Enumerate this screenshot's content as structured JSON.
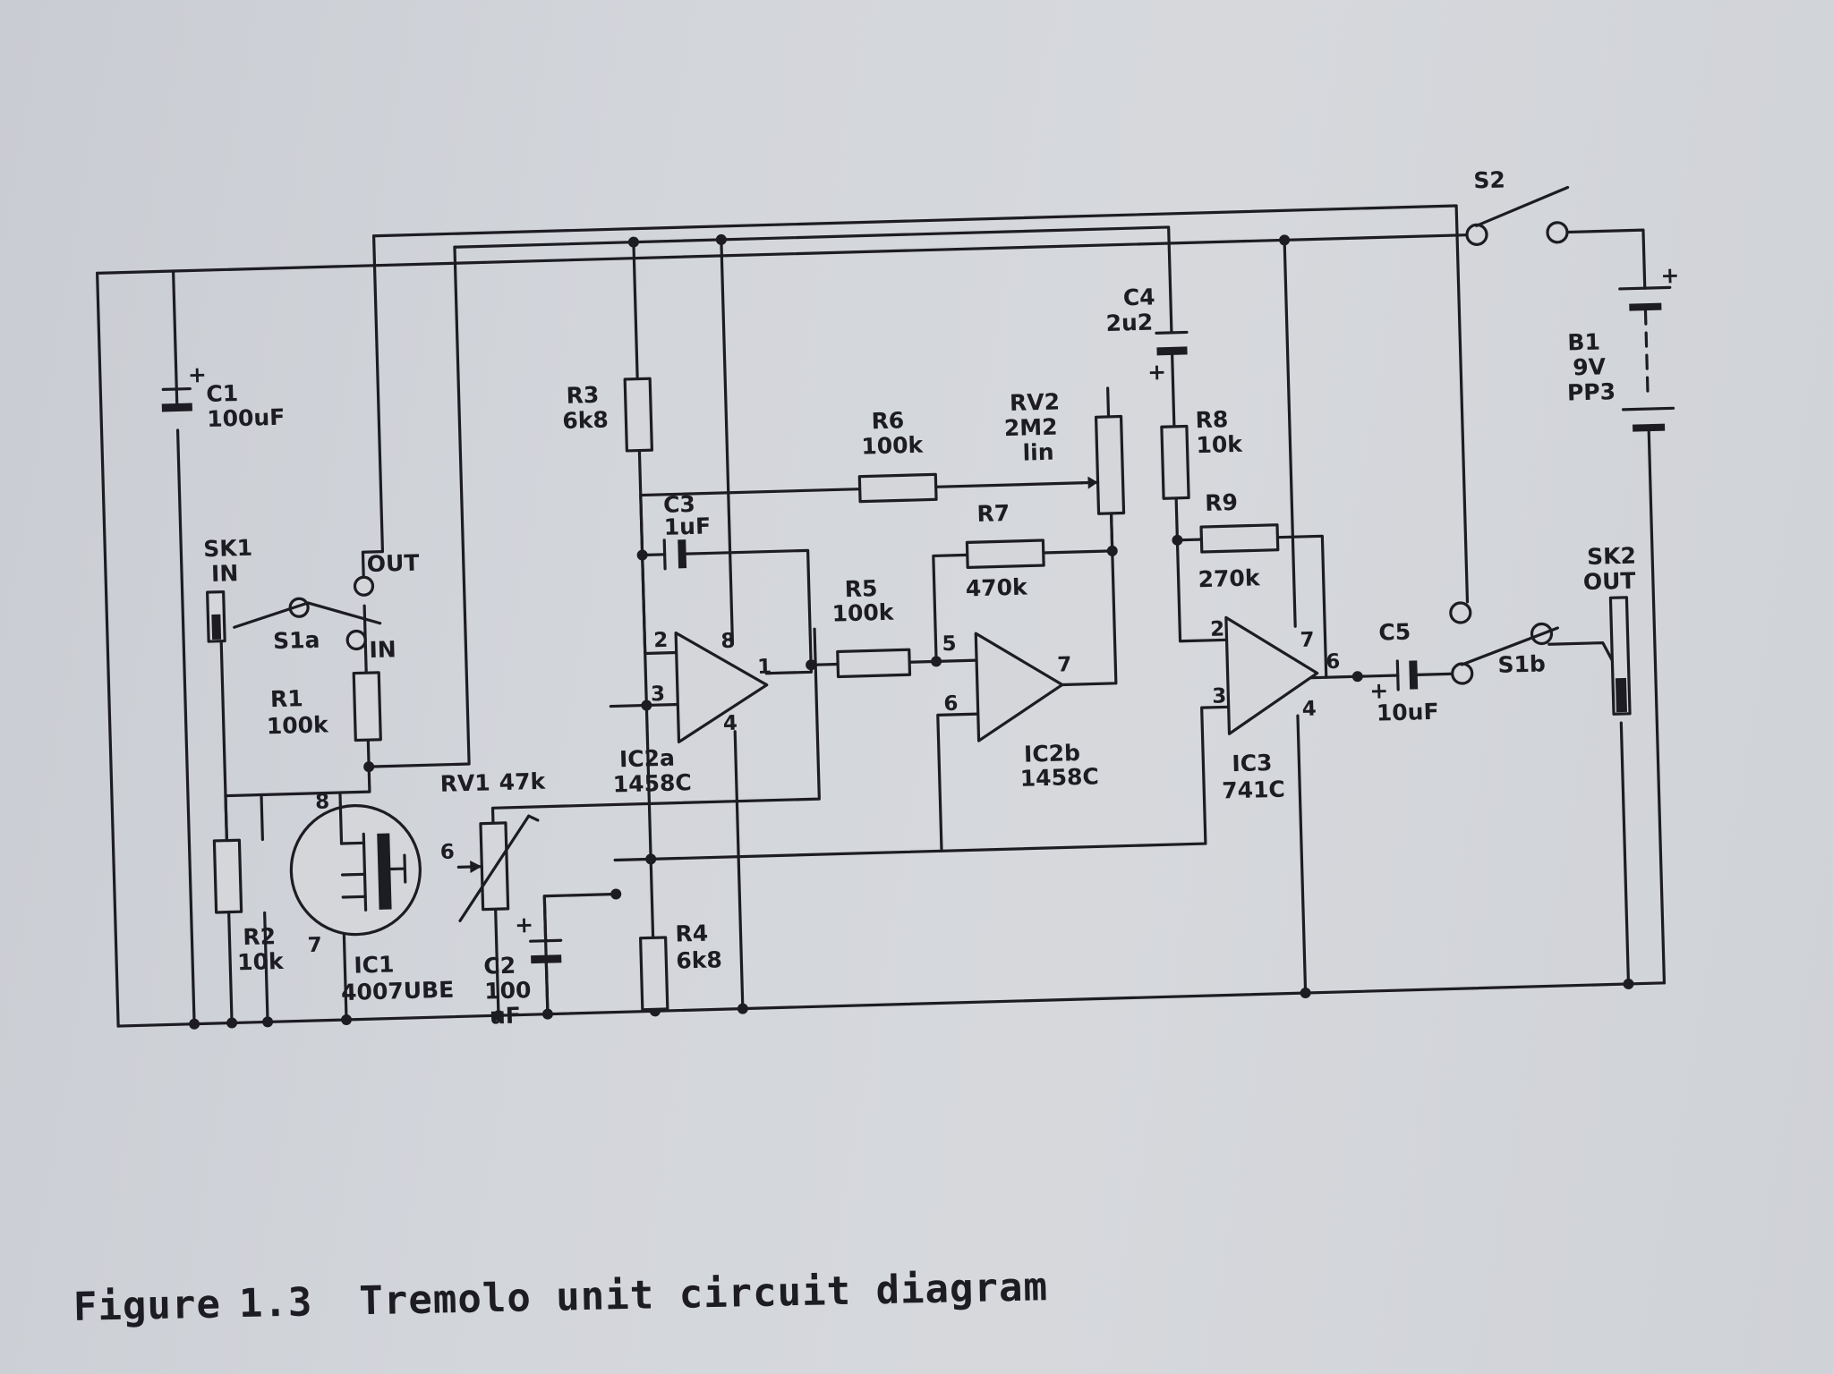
{
  "caption": {
    "figure_label": "Figure",
    "figure_number": "1.3",
    "title": "Tremolo unit circuit diagram"
  },
  "components": {
    "C1": {
      "ref": "C1",
      "value": "100uF",
      "polarity": "+"
    },
    "C2": {
      "ref": "C2",
      "value_line1": "100",
      "value_line2": "uF",
      "polarity": "+"
    },
    "C3": {
      "ref": "C3",
      "value": "1uF"
    },
    "C4": {
      "ref": "C4",
      "value": "2u2",
      "polarity": "+"
    },
    "C5": {
      "ref": "C5",
      "value": "10uF",
      "polarity": "+"
    },
    "R1": {
      "ref": "R1",
      "value": "100k"
    },
    "R2": {
      "ref": "R2",
      "value": "10k"
    },
    "R3": {
      "ref": "R3",
      "value": "6k8"
    },
    "R4": {
      "ref": "R4",
      "value": "6k8"
    },
    "R5": {
      "ref": "R5",
      "value": "100k"
    },
    "R6": {
      "ref": "R6",
      "value": "100k"
    },
    "R7": {
      "ref": "R7",
      "value": "470k"
    },
    "R8": {
      "ref": "R8",
      "value": "10k"
    },
    "R9": {
      "ref": "R9",
      "value": "270k"
    },
    "RV1": {
      "ref": "RV1",
      "value": "47k"
    },
    "RV2": {
      "ref": "RV2",
      "value": "2M2",
      "law": "lin"
    },
    "IC1": {
      "ref": "IC1",
      "part": "4007UBE",
      "pins": [
        "8",
        "6",
        "7"
      ]
    },
    "IC2a": {
      "ref": "IC2a",
      "part": "1458C",
      "pins": [
        "2",
        "3",
        "8",
        "4",
        "1"
      ]
    },
    "IC2b": {
      "ref": "IC2b",
      "part": "1458C",
      "pins": [
        "5",
        "6",
        "7"
      ]
    },
    "IC3": {
      "ref": "IC3",
      "part": "741C",
      "pins": [
        "2",
        "3",
        "7",
        "4",
        "6"
      ]
    },
    "SK1": {
      "ref": "SK1",
      "label": "IN"
    },
    "SK2": {
      "ref": "SK2",
      "label": "OUT"
    },
    "S1a": {
      "ref": "S1a",
      "contact_out": "OUT",
      "contact_in": "IN"
    },
    "S1b": {
      "ref": "S1b"
    },
    "S2": {
      "ref": "S2"
    },
    "B1": {
      "ref": "B1",
      "voltage": "9V",
      "type": "PP3",
      "polarity": "+"
    }
  },
  "colors": {
    "ink": "#1c1c22",
    "paper": "#d4d6da"
  }
}
